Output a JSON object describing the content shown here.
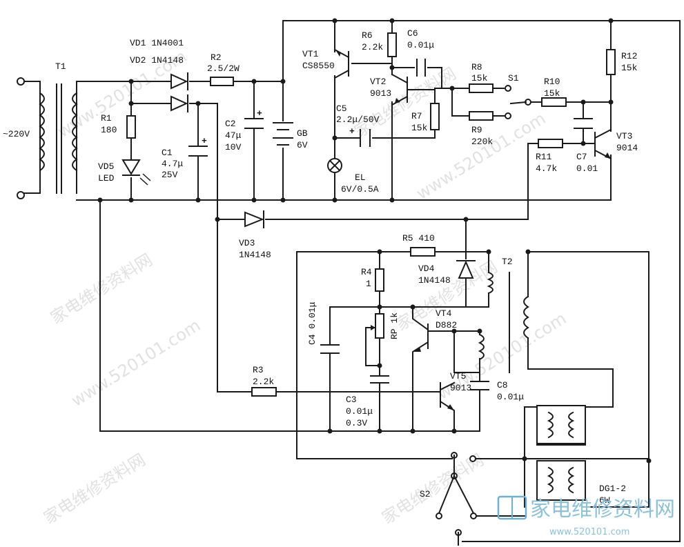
{
  "labels": {
    "mains": "~220V",
    "t1": "T1",
    "vd1": "VD1  1N4001",
    "vd2": "VD2  1N4148",
    "r2": "R2",
    "r2v": "2.5/2W",
    "r1": "R1",
    "r1v": "180",
    "c1": "C1",
    "c1v1": "4.7μ",
    "c1v2": "25V",
    "vd5": "VD5",
    "led": "LED",
    "c2": "C2",
    "c2v1": "47μ",
    "c2v2": "10V",
    "gb": "GB",
    "gbv": "6V",
    "vt1": "VT1",
    "vt1v": "CS8550",
    "r6": "R6",
    "r6v": "2.2k",
    "c6": "C6",
    "c6v": "0.01μ",
    "vt2": "VT2",
    "vt2v": "9013",
    "r8": "R8",
    "r8v": "15k",
    "s1": "S1",
    "r10": "R10",
    "r10v": "15k",
    "r12": "R12",
    "r12v": "15k",
    "c5": "C5",
    "c5v": "2.2μ/50V",
    "r7": "R7",
    "r7v": "15k",
    "r9": "R9",
    "r9v": "220k",
    "vt3": "VT3",
    "vt3v": "9014",
    "r11": "R11",
    "r11v": "4.7k",
    "c7": "C7",
    "c7v": "0.01",
    "el": "EL",
    "elv": "6V/0.5A",
    "vd3": "VD3",
    "vd3v": "1N4148",
    "r5": "R5  410",
    "r4": "R4",
    "r4v": "1",
    "vd4": "VD4",
    "vd4v": "1N4148",
    "t2": "T2",
    "c4": "C4  0.01μ",
    "rp": "RP 1k",
    "vt4": "VT4",
    "vt4v": "D882",
    "r3": "R3",
    "r3v": "2.2k",
    "vt5": "VT5",
    "vt5v": "9013",
    "c8": "C8",
    "c8v": "0.01μ",
    "c3": "C3",
    "c3v1": "0.01μ",
    "c3v2": "0.3V",
    "s2": "S2",
    "dg": "DG1-2",
    "dgv": "6W"
  },
  "watermark": {
    "site": "www.520101.com",
    "cn": "家电维修资料网",
    "logo_cn": "家电维修资料网",
    "logo_url": "www.520101.com"
  }
}
